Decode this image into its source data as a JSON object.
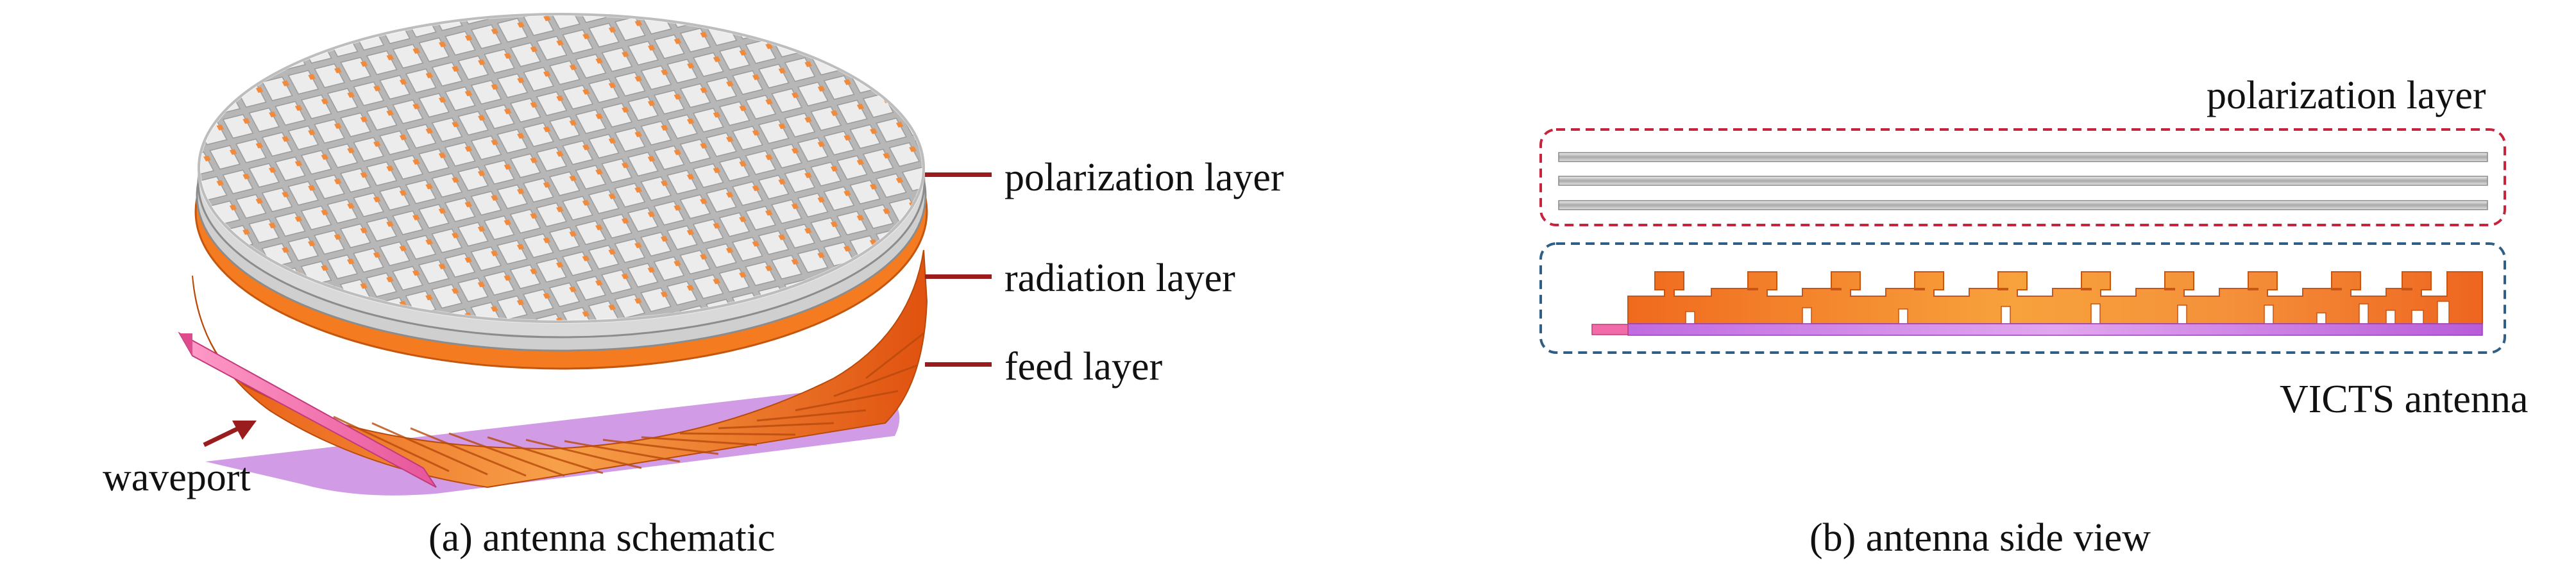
{
  "panel_a": {
    "caption": "(a) antenna schematic",
    "labels": {
      "polarization": "polarization layer",
      "radiation": "radiation layer",
      "feed": "feed layer",
      "waveport": "waveport"
    }
  },
  "panel_b": {
    "caption": "(b) antenna side view",
    "labels": {
      "polarization": "polarization layer",
      "victs": "VICTS antenna"
    }
  },
  "colors": {
    "grid_plate": "#d7d7d7",
    "grid_edge": "#8c8c8c",
    "radiation_orange": "#f47b20",
    "feed_orange": "#e8601a",
    "waveport_pink": "#f06ba8",
    "ground_violet": "#c98be0",
    "leader_red": "#9b1c1c",
    "polarization_box": "#c8233c",
    "victs_box": "#2f5f86"
  }
}
